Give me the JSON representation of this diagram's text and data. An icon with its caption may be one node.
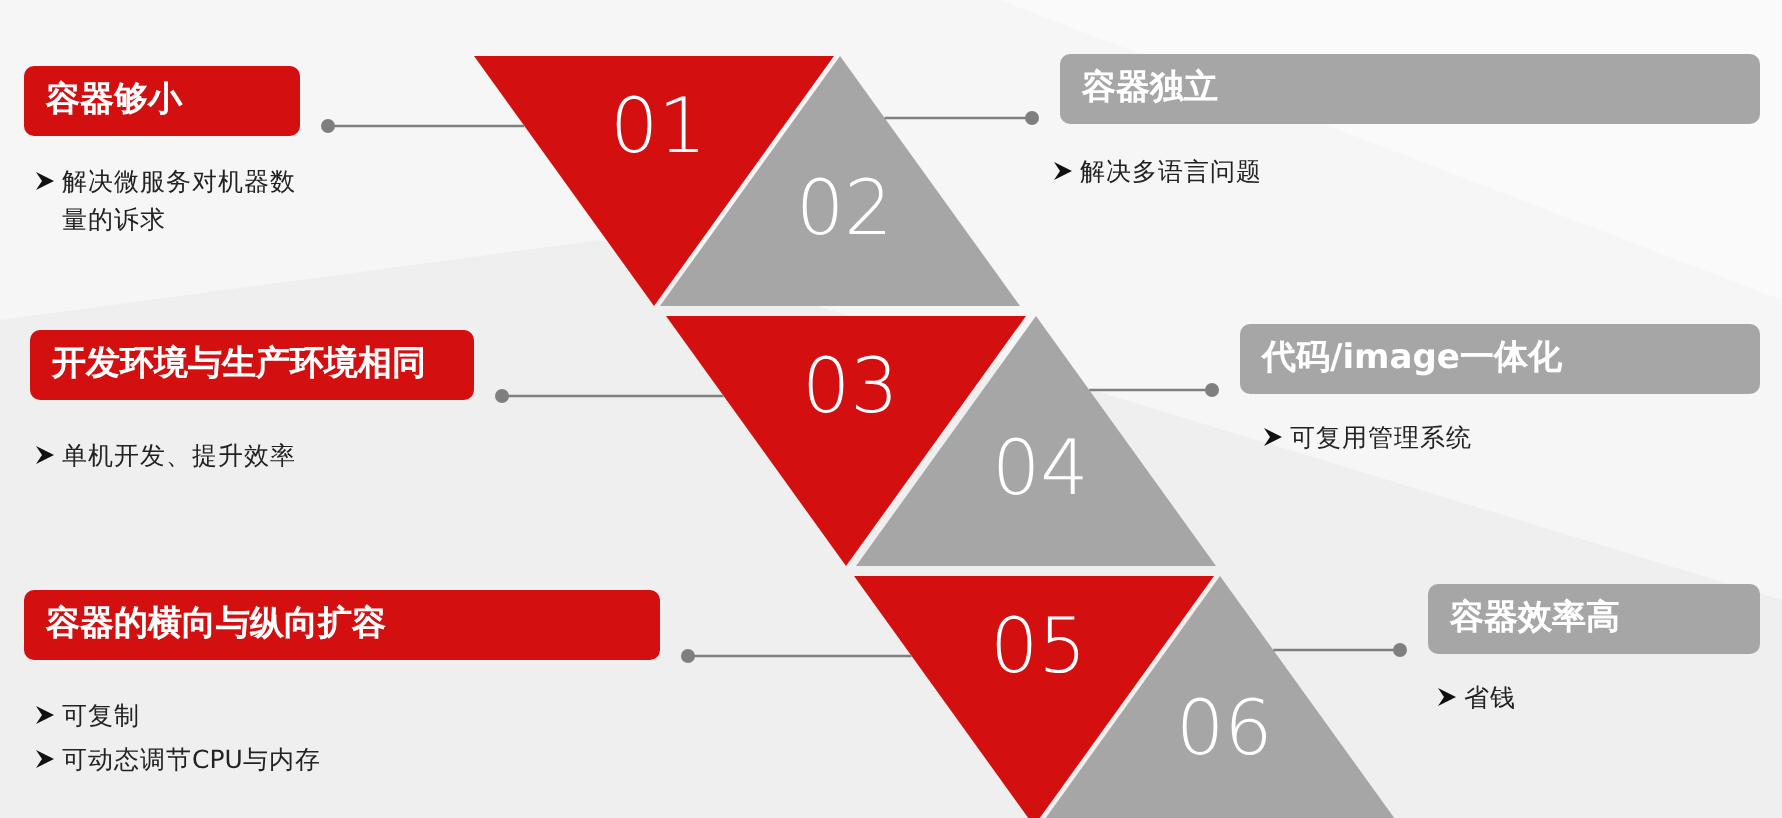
{
  "diagram": {
    "nodes": [
      {
        "text": [
          "01"
        ]
      },
      {
        "text": [
          "02"
        ]
      },
      {
        "text": [
          "03"
        ]
      },
      {
        "text": [
          "04"
        ]
      },
      {
        "text": [
          "05"
        ]
      },
      {
        "text": [
          "06"
        ]
      },
      {
        "text": [
          "容器够小"
        ],
        "beside": [
          "解决微服务对机器数量的诉求"
        ]
      },
      {
        "text": [
          "容器独立"
        ],
        "beside": [
          "解决多语言问题"
        ]
      },
      {
        "text": [
          "开发环境与生产环境相同"
        ],
        "beside": [
          "单机开发、提升效率"
        ]
      },
      {
        "text": [
          "代码/image一体化"
        ],
        "beside": [
          "可复用管理系统"
        ]
      },
      {
        "text": [
          "容器的横向与纵向扩容"
        ],
        "beside": [
          "可复制",
          "可动态调节CPU与内存"
        ]
      },
      {
        "text": [
          "容器效率高"
        ],
        "beside": [
          "省钱"
        ]
      }
    ],
    "edges": [
      {
        "from": 0,
        "to": 6,
        "arrow": "other"
      },
      {
        "from": 1,
        "to": 7,
        "arrow": "other"
      },
      {
        "from": 2,
        "to": 8,
        "arrow": "other"
      },
      {
        "from": 3,
        "to": 9,
        "arrow": "other"
      },
      {
        "from": 4,
        "to": 10,
        "arrow": "other"
      },
      {
        "from": 5,
        "to": 11,
        "arrow": "other"
      }
    ]
  }
}
